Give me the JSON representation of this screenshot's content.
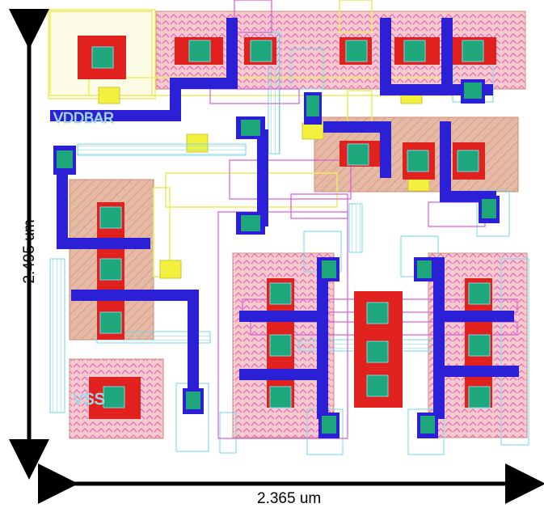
{
  "dimensions": {
    "height_label": "2.495 um",
    "width_label": "2.365 um"
  },
  "ghost_text": {
    "vddbar": "VDDBAR",
    "vss": "VSS"
  },
  "colors": {
    "diffusion_fill": "#e8bba6",
    "poly": "#e0211d",
    "metal1": "#2b20d6",
    "contact": "#1ea77a",
    "metal2_outline": "#5fe0f0",
    "nwell_outline": "#d65cd6",
    "implant_outline": "#ecec5a",
    "via_fill": "#f3f03e"
  }
}
